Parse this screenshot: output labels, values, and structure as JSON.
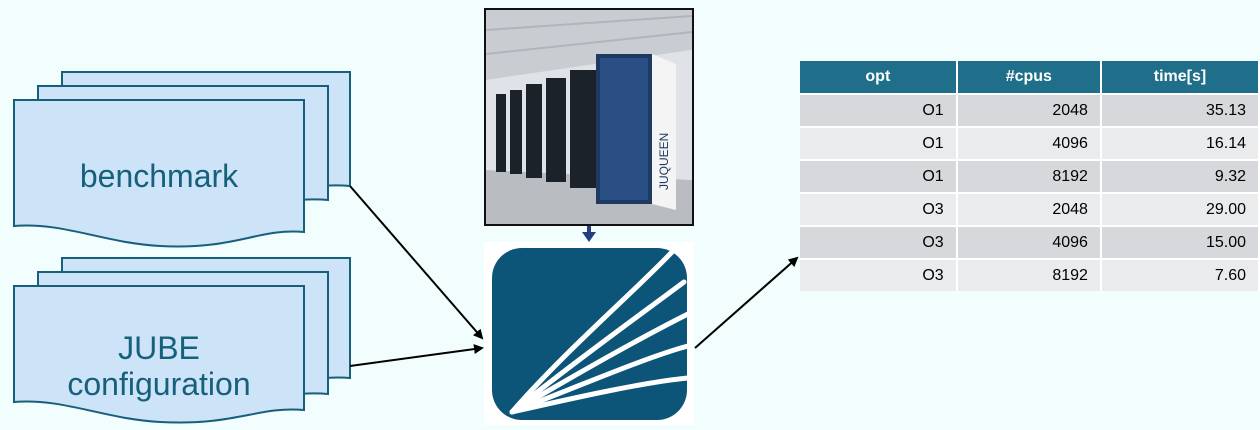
{
  "inputs": {
    "benchmark_label": "benchmark",
    "config_label_line1": "JUBE",
    "config_label_line2": "configuration"
  },
  "machine": {
    "name": "JUQUEEN"
  },
  "table": {
    "headers": [
      "opt",
      "#cpus",
      "time[s]"
    ],
    "rows": [
      [
        "O1",
        "2048",
        "35.13"
      ],
      [
        "O1",
        "4096",
        "16.14"
      ],
      [
        "O1",
        "8192",
        "9.32"
      ],
      [
        "O3",
        "2048",
        "29.00"
      ],
      [
        "O3",
        "4096",
        "15.00"
      ],
      [
        "O3",
        "8192",
        "7.60"
      ]
    ]
  },
  "colors": {
    "background": "#f2fdfd",
    "document_fill": "#cce3f8",
    "document_stroke": "#17607c",
    "logo_blue": "#0d5578",
    "table_header": "#1f6f8b",
    "row_dark": "#d6d8db",
    "row_light": "#eaebed",
    "arrow_vertical": "#243e86"
  }
}
